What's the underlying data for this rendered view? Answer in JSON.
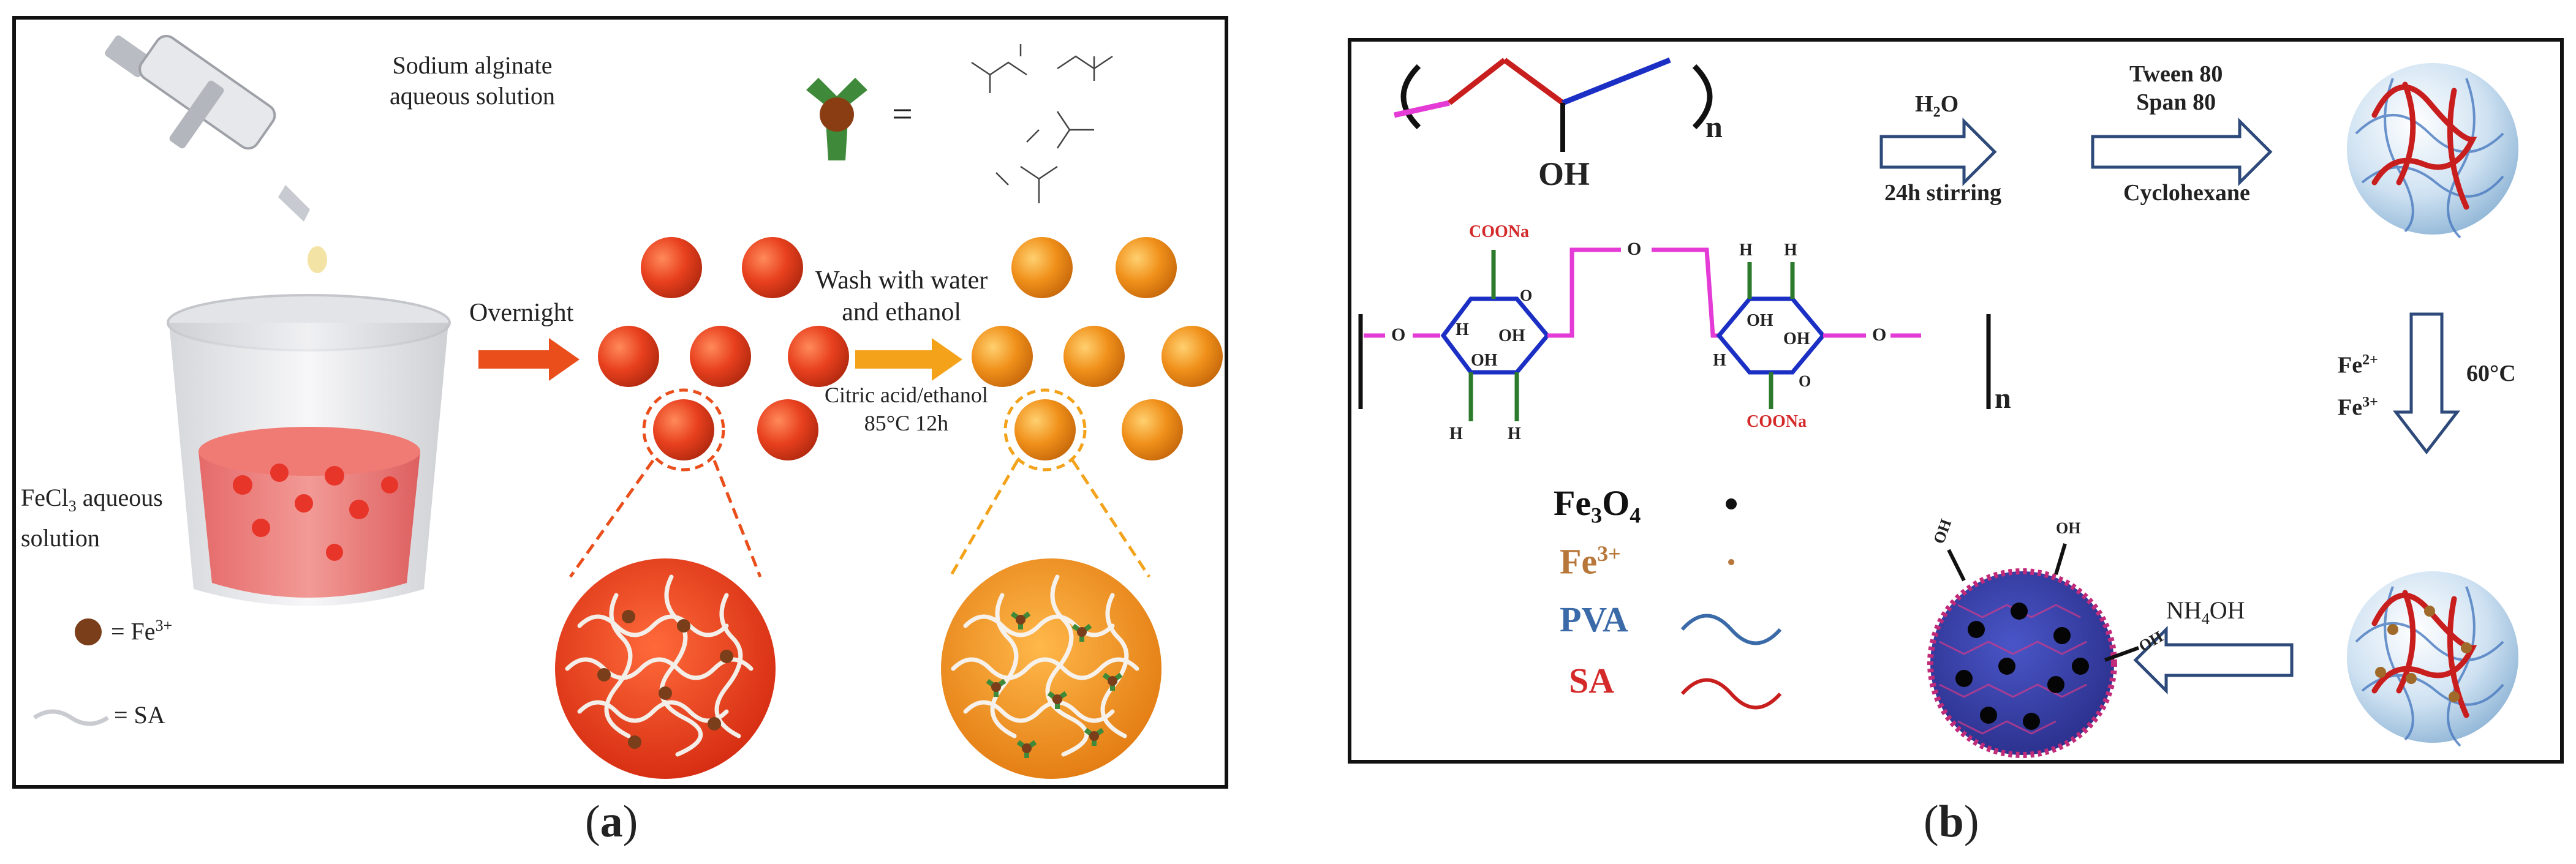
{
  "panel_a": {
    "caption_letter": "a",
    "syringe_label_line1": "Sodium alginate",
    "syringe_label_line2": "aqueous solution",
    "beaker_label_line1": "FeCl",
    "beaker_label_sub": "3",
    "beaker_label_tail": " aqueous",
    "beaker_label_line2": "solution",
    "legend_fe": "= Fe",
    "legend_fe_sup": "3+",
    "legend_sa": "= SA",
    "step1": "Overnight",
    "step2_line1": "Wash with water",
    "step2_line2": "and ethanol",
    "step2_cond_line1": "Citric acid/ethanol",
    "step2_cond_line2": "85°C 12h",
    "equals": "=",
    "colors": {
      "bead_red": "#e8401e",
      "bead_orange": "#f0901a",
      "arrow_red": "#e94e1b",
      "arrow_orange": "#f3a21a",
      "fe_brown": "#7a3e1a",
      "complex_green": "#3f8a3a"
    }
  },
  "panel_b": {
    "caption_letter": "b",
    "pva_sub": "n",
    "pva_oh": "OH",
    "sa_sub": "n",
    "coona_top": "COONa",
    "coona_bottom": "COONa",
    "ring_h": "H",
    "ring_oh": "OH",
    "ring_o": "O",
    "step1_top": "H",
    "step1_top_sub": "2",
    "step1_top_tail": "O",
    "step1_bottom": "24h stirring",
    "step2_top_line1": "Tween 80",
    "step2_top_line2": "Span 80",
    "step2_bottom": "Cyclohexane",
    "step3_left_line1": "Fe",
    "step3_left_sup1": "2+",
    "step3_left_line2": "Fe",
    "step3_left_sup2": "3+",
    "step3_right": "60°C",
    "step4": "NH",
    "step4_sub": "4",
    "step4_tail": "OH",
    "legend": [
      {
        "label": "Fe",
        "sub": "3",
        "mid": "O",
        "sub2": "4",
        "color": "#111111"
      },
      {
        "label": "Fe",
        "sup": "3+",
        "color": "#b8773a"
      },
      {
        "label": "PVA",
        "color": "#3a6aa8"
      },
      {
        "label": "SA",
        "color": "#d42a2a"
      }
    ],
    "particle_oh": "OH",
    "colors": {
      "pva_blue": "#3a6aa8",
      "sa_red": "#c81e1e",
      "ring_blue": "#1b2fc4",
      "chain_magenta": "#e43ad6",
      "green_h": "#2c7a2c"
    }
  }
}
